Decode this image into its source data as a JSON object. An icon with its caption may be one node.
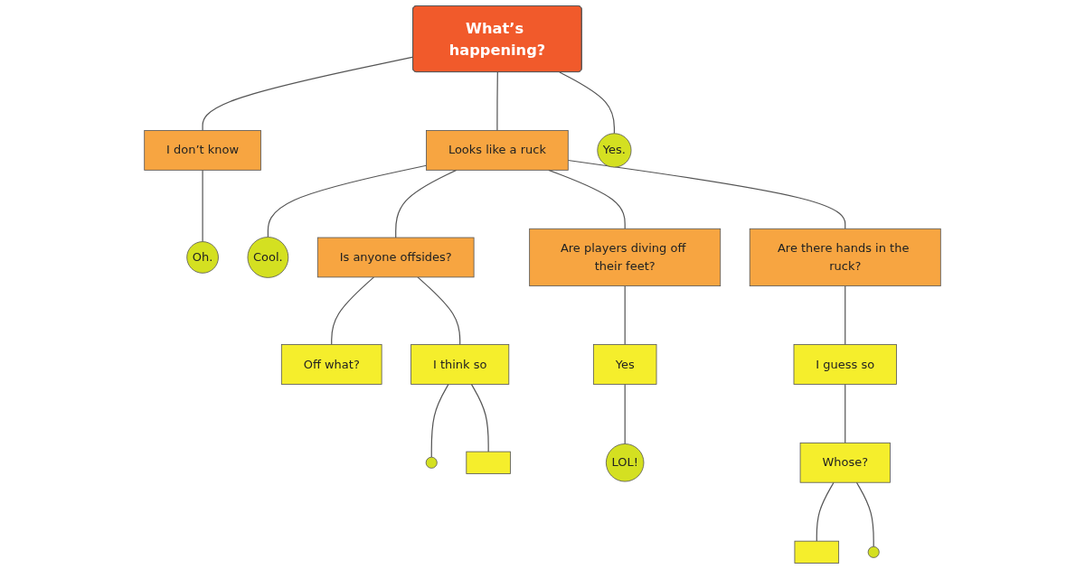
{
  "diagram": {
    "nodes": [
      {
        "text": [
          "What’s happening?"
        ]
      },
      {
        "text": [
          "I don’t know"
        ]
      },
      {
        "text": [
          "Looks like a ruck"
        ]
      },
      {
        "text": [
          "Yes."
        ]
      },
      {
        "text": [
          "Oh."
        ]
      },
      {
        "text": [
          "Cool."
        ]
      },
      {
        "text": [
          "Is anyone offsides?"
        ]
      },
      {
        "text": [
          "Are players diving off their feet?"
        ]
      },
      {
        "text": [
          "Are there hands in the ruck?"
        ]
      },
      {
        "text": [
          "Off what?"
        ]
      },
      {
        "text": [
          "I think so"
        ]
      },
      {
        "text": [
          "Yes"
        ]
      },
      {
        "text": [
          "LOL!"
        ]
      },
      {
        "text": [
          "I guess so"
        ]
      },
      {
        "text": [
          "Whose?"
        ]
      },
      {
        "text": [],
        "shape": "circle"
      },
      {
        "text": [],
        "shape": "box"
      },
      {
        "text": [],
        "shape": "box"
      },
      {
        "text": [],
        "shape": "circle"
      }
    ],
    "edges": [
      {
        "from": 0,
        "to": 1,
        "arrow": "none"
      },
      {
        "from": 0,
        "to": 2,
        "arrow": "none"
      },
      {
        "from": 0,
        "to": 3,
        "arrow": "none"
      },
      {
        "from": 1,
        "to": 4,
        "arrow": "none"
      },
      {
        "from": 2,
        "to": 5,
        "arrow": "none"
      },
      {
        "from": 2,
        "to": 6,
        "arrow": "none"
      },
      {
        "from": 2,
        "to": 7,
        "arrow": "none"
      },
      {
        "from": 2,
        "to": 8,
        "arrow": "none"
      },
      {
        "from": 6,
        "to": 9,
        "arrow": "none"
      },
      {
        "from": 6,
        "to": 10,
        "arrow": "none"
      },
      {
        "from": 7,
        "to": 11,
        "arrow": "none"
      },
      {
        "from": 11,
        "to": 12,
        "arrow": "none"
      },
      {
        "from": 8,
        "to": 13,
        "arrow": "none"
      },
      {
        "from": 13,
        "to": 14,
        "arrow": "none"
      },
      {
        "from": 10,
        "to": 15,
        "arrow": "none"
      },
      {
        "from": 10,
        "to": 16,
        "arrow": "none"
      },
      {
        "from": 14,
        "to": 17,
        "arrow": "none"
      },
      {
        "from": 14,
        "to": 18,
        "arrow": "none"
      }
    ]
  }
}
